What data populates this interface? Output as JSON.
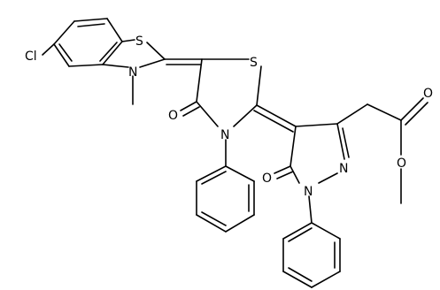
{
  "molecule": {
    "atom_labels": {
      "cl": "Cl",
      "s_benzothiazole": "S",
      "n_benzothiazole": "N",
      "s_thiazolidinone": "S",
      "o_thiazolidinone": "O",
      "n_thiazolidinone": "N",
      "o_pyrazolone": "O",
      "n1_pyrazole": "N",
      "n2_pyrazole": "N",
      "o_ester_carbonyl": "O",
      "o_ester_alkoxy": "O"
    }
  }
}
